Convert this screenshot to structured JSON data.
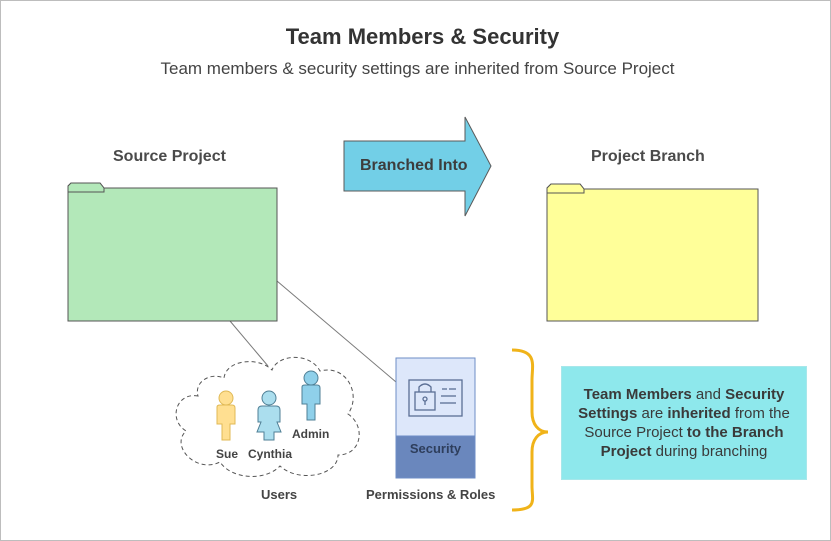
{
  "title": "Team Members & Security",
  "subtitle": "Team members & security settings are inherited from Source Project",
  "source_project": {
    "label": "Source Project",
    "color": "#b3e8b9"
  },
  "arrow": {
    "label": "Branched Into",
    "color": "#72cfe7"
  },
  "project_branch": {
    "label": "Project Branch",
    "color": "#ffff99"
  },
  "users": {
    "label": "Users",
    "members": [
      {
        "name": "Sue",
        "color": "#ffdf91"
      },
      {
        "name": "Cynthia",
        "color": "#abdeee"
      },
      {
        "name": "Admin",
        "color": "#8fd0ea"
      }
    ]
  },
  "security": {
    "label": "Security",
    "caption": "Permissions & Roles",
    "icon": "security-badge-icon"
  },
  "note": {
    "segments": [
      {
        "text": "Team Members",
        "bold": true
      },
      {
        "text": " and ",
        "bold": false
      },
      {
        "text": "Security Settings",
        "bold": true
      },
      {
        "text": " are ",
        "bold": false
      },
      {
        "text": "inherited",
        "bold": true
      },
      {
        "text": " from the Source Project ",
        "bold": false
      },
      {
        "text": "to the Branch Project",
        "bold": true
      },
      {
        "text": " during branching",
        "bold": false
      }
    ],
    "color": "#8ee8ec"
  },
  "brace_color": "#f0b319"
}
